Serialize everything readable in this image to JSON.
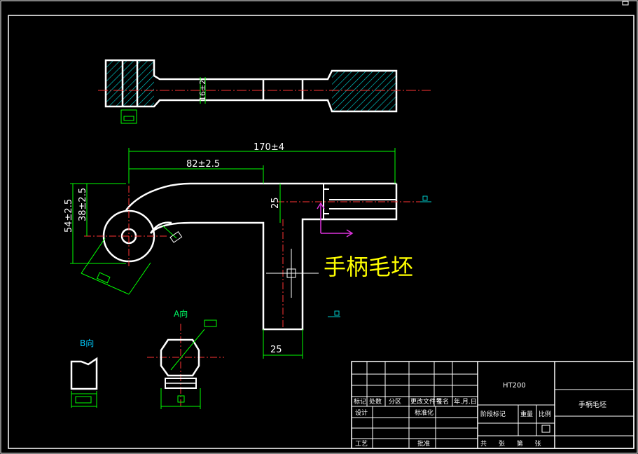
{
  "drawing": {
    "title": "手柄毛坯",
    "dimensions": {
      "overall_length": "170±4",
      "center_to_step": "82±2.5",
      "height_outer": "54±2.5",
      "height_inner": "38±2.5",
      "stem_width": "25",
      "bottom_width": "25",
      "side_section_width": "16±2"
    },
    "views": {
      "view_a": "A向",
      "view_b": "B向"
    }
  },
  "title_block": {
    "material": "HT200",
    "part_name": "手柄毛坯",
    "row_labels": [
      "标记",
      "处数",
      "分区",
      "更改文件号",
      "签名",
      "年.月.日"
    ],
    "designer_label": "设计",
    "standardize_label": "标准化",
    "process_label": "工艺",
    "approve_label": "批准",
    "stage_label": "阶段标记",
    "weight_label": "重量",
    "scale_label": "比例",
    "sheet_label": "共 张 第 张"
  }
}
